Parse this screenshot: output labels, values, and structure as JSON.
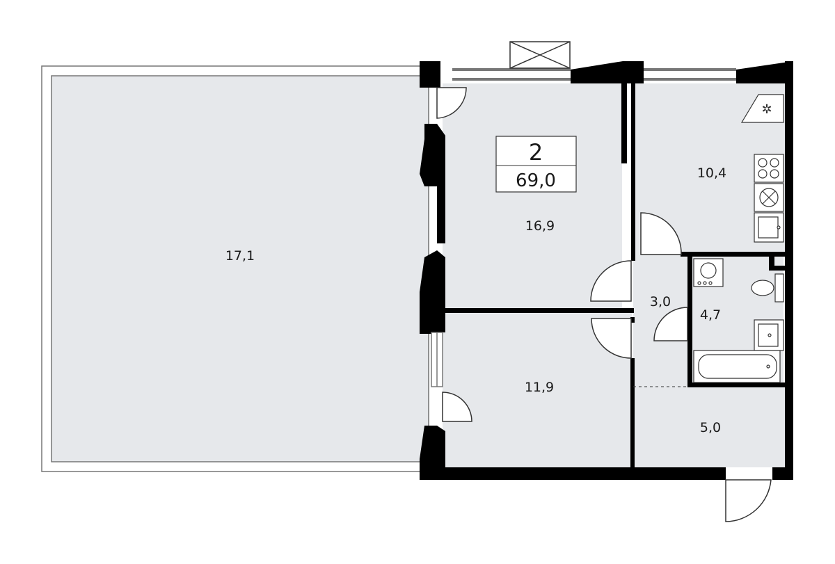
{
  "badge": {
    "rooms": "2",
    "total_area": "69,0"
  },
  "rooms": [
    {
      "id": "terrace",
      "area": "17,1"
    },
    {
      "id": "living",
      "area": "16,9"
    },
    {
      "id": "kitchen",
      "area": "10,4"
    },
    {
      "id": "hall",
      "area": "3,0"
    },
    {
      "id": "bathroom",
      "area": "4,7"
    },
    {
      "id": "bedroom",
      "area": "11,9"
    },
    {
      "id": "entrance",
      "area": "5,0"
    }
  ],
  "colors": {
    "room_fill": "#e6e8eb",
    "wall": "#000000",
    "terrace_fill": "#e6e8eb"
  }
}
